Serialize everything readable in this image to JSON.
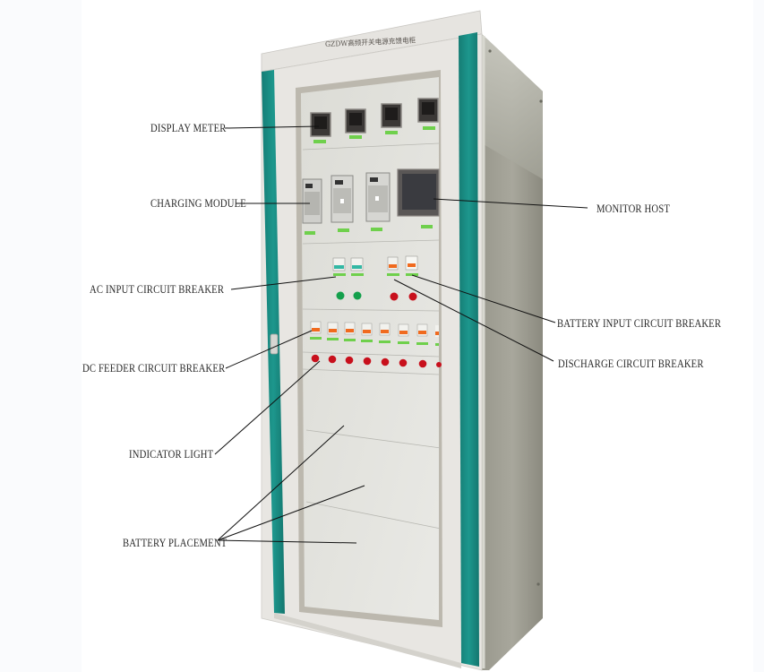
{
  "figure": {
    "subject": "High-frequency switching power supply charging and feeding cabinet",
    "cabinet_title": "GZDW高频开关电源充馈电柜",
    "colors": {
      "teal_trim": "#1a8f86",
      "frame_white": "#e6e4e0",
      "side_panel": "#8f8f84",
      "panel_interior": "#e2e2de",
      "breaker_orange": "#f06a1e",
      "breaker_teal": "#33b8a4",
      "indicator_red": "#c8101c",
      "indicator_green": "#14a04c",
      "label_green": "#6fd04c",
      "leader_line": "#111111"
    }
  },
  "labels": {
    "display_meter": "DISPLAY METER",
    "charging_module": "CHARGING MODULE",
    "monitor_host": "MONITOR HOST",
    "ac_input_breaker": "AC INPUT CIRCUIT BREAKER",
    "battery_input_breaker": "BATTERY INPUT CIRCUIT BREAKER",
    "dc_feeder_breaker": "DC FEEDER CIRCUIT BREAKER",
    "discharge_breaker": "DISCHARGE CIRCUIT BREAKER",
    "indicator_light": "INDICATOR LIGHT",
    "battery_placement": "BATTERY PLACEMENT"
  },
  "components": {
    "display_meters": 4,
    "charging_modules": 3,
    "monitor_hosts": 1,
    "ac_input_breakers": 2,
    "battery_discharge_breakers": 2,
    "ac_green_lights": 2,
    "red_status_lights": 2,
    "dc_feeder_breakers": 8,
    "red_indicator_lights": 8,
    "battery_shelves": 3
  }
}
